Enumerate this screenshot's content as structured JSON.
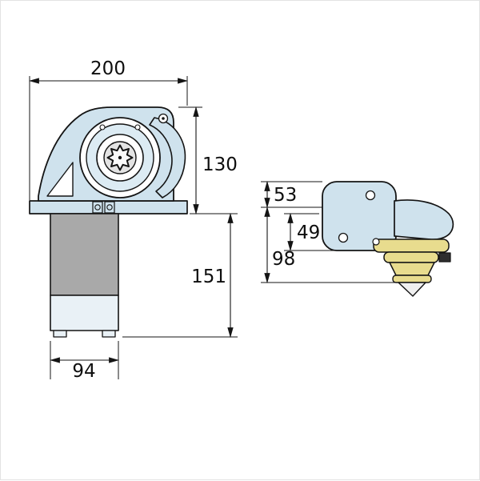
{
  "drawing": {
    "type": "technical-dimension-drawing",
    "subject": "anchor-windlass",
    "dims": {
      "width_overall": "200",
      "height_above_deck": "130",
      "height_motor": "151",
      "width_motor": "94",
      "side_top": "53",
      "side_mid": "49",
      "side_bottom": "98"
    },
    "colors": {
      "body_fill": "#cfe2ed",
      "body_fill_light": "#e9f1f6",
      "ring_fill": "#dcebf3",
      "motor_fill": "#a9a9a9",
      "hub_fill": "#e3e3e3",
      "star_fill": "#fafafa",
      "chainwheel_fill": "#e8dc8e",
      "cone_fill": "#f0f0f0",
      "dark_detail": "#2e2e2e",
      "line": "#141414",
      "white": "#ffffff"
    }
  }
}
